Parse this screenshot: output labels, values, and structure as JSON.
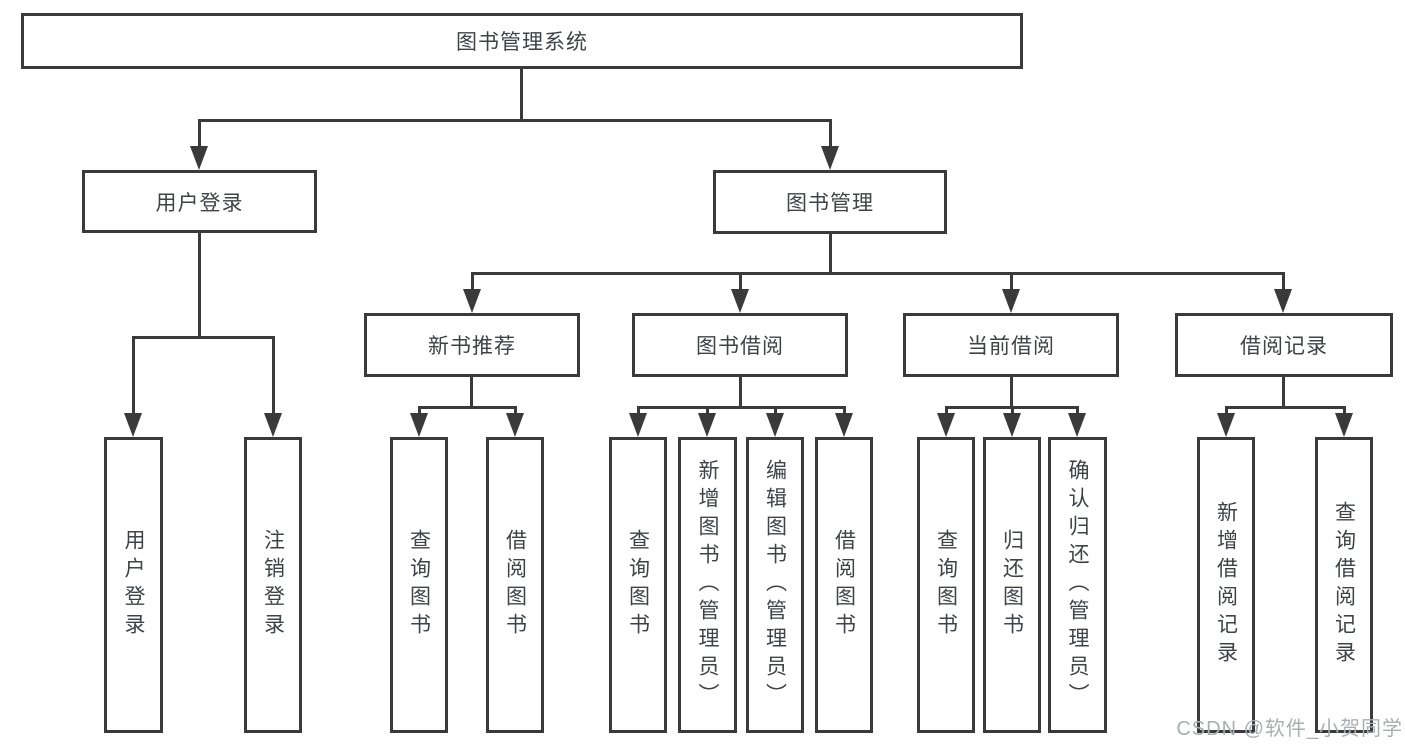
{
  "nodes": {
    "root": "图书管理系统",
    "user_login": "用户登录",
    "book_mgmt": "图书管理",
    "new_book_rec": "新书推荐",
    "book_borrow": "图书借阅",
    "current_borrow": "当前借阅",
    "borrow_record": "借阅记录",
    "leaf_user_login": "用户登录",
    "leaf_logout": "注销登录",
    "rec_query_book": "查询图书",
    "rec_borrow_book": "借阅图书",
    "bb_query_book": "查询图书",
    "bb_add_book": "新增图书（管理员）",
    "bb_edit_book": "编辑图书（管理员）",
    "bb_borrow_book": "借阅图书",
    "cb_query_book": "查询图书",
    "cb_return_book": "归还图书",
    "cb_confirm_return": "确认归还（管理员）",
    "br_add_record": "新增借阅记录",
    "br_query_record": "查询借阅记录"
  },
  "hierarchy": {
    "图书管理系统": {
      "用户登录": [
        "用户登录",
        "注销登录"
      ],
      "图书管理": {
        "新书推荐": [
          "查询图书",
          "借阅图书"
        ],
        "图书借阅": [
          "查询图书",
          "新增图书（管理员）",
          "编辑图书（管理员）",
          "借阅图书"
        ],
        "当前借阅": [
          "查询图书",
          "归还图书",
          "确认归还（管理员）"
        ],
        "借阅记录": [
          "新增借阅记录",
          "查询借阅记录"
        ]
      }
    }
  },
  "watermark": "CSDN @软件_小贺同学",
  "colors": {
    "line": "#3a3a3a",
    "text": "#3f4348",
    "background": "#ffffff",
    "watermark": "#a9aeb4"
  }
}
